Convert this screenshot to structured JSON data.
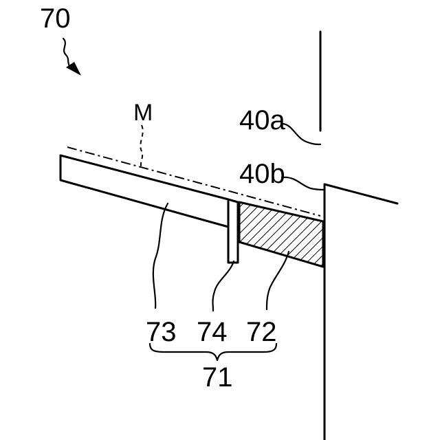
{
  "labels": {
    "figure_ref": "70",
    "medium": "M",
    "edge_upper": "40a",
    "edge_lower": "40b",
    "part_73": "73",
    "part_74": "74",
    "part_72": "72",
    "assembly": "71"
  },
  "colors": {
    "line": "#000000",
    "background": "#ffffff"
  }
}
